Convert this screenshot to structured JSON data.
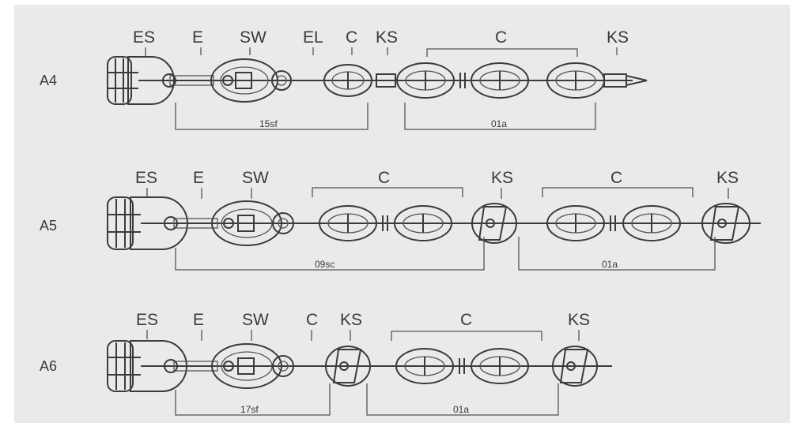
{
  "colors": {
    "panel_background": "#e9eaea",
    "line": "#3b3b3b",
    "link_fill": "#d3d4d4",
    "stud_fill": "#1c1c1c"
  },
  "rows": [
    {
      "id": "A4",
      "label": "A4",
      "components": [
        {
          "label": "ES"
        },
        {
          "label": "E"
        },
        {
          "label": "SW"
        },
        {
          "label": "EL"
        },
        {
          "label": "C"
        },
        {
          "label": "KS"
        },
        {
          "label": "C"
        },
        {
          "label": "KS"
        }
      ],
      "dimensions": [
        {
          "text": "15sf"
        },
        {
          "text": "01a"
        }
      ]
    },
    {
      "id": "A5",
      "label": "A5",
      "components": [
        {
          "label": "ES"
        },
        {
          "label": "E"
        },
        {
          "label": "SW"
        },
        {
          "label": "C"
        },
        {
          "label": "KS"
        },
        {
          "label": "C"
        },
        {
          "label": "KS"
        }
      ],
      "dimensions": [
        {
          "text": "09sc"
        },
        {
          "text": "01a"
        }
      ]
    },
    {
      "id": "A6",
      "label": "A6",
      "components": [
        {
          "label": "ES"
        },
        {
          "label": "E"
        },
        {
          "label": "SW"
        },
        {
          "label": "C"
        },
        {
          "label": "KS"
        },
        {
          "label": "C"
        },
        {
          "label": "KS"
        }
      ],
      "dimensions": [
        {
          "text": "17sf"
        },
        {
          "text": "01a"
        }
      ]
    }
  ]
}
